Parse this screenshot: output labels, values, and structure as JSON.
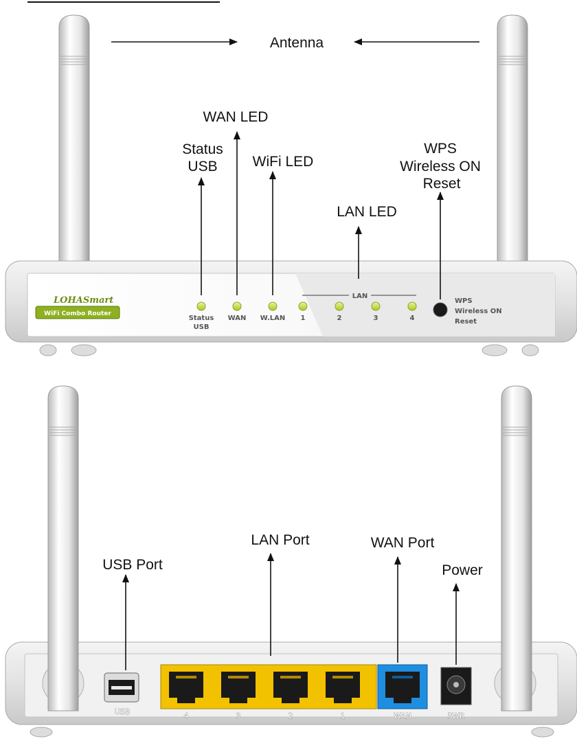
{
  "front": {
    "callouts": {
      "antenna": "Antenna",
      "wan_led": "WAN LED",
      "status_line1": "Status",
      "status_line2": "USB",
      "wifi_led": "WiFi LED",
      "wps_line1": "WPS",
      "wps_line2": "Wireless ON",
      "wps_line3": "Reset",
      "lan_led": "LAN LED"
    },
    "panel": {
      "brand": "LOHASmart",
      "subtitle": "WiFi Combo Router",
      "led_status_line1": "Status",
      "led_status_line2": "USB",
      "led_wan": "WAN",
      "led_wlan": "W.LAN",
      "lan_group": "LAN",
      "lan_1": "1",
      "lan_2": "2",
      "lan_3": "3",
      "lan_4": "4",
      "btn_line1": "WPS",
      "btn_line2": "Wireless ON",
      "btn_line3": "Reset"
    }
  },
  "back": {
    "callouts": {
      "usb_port": "USB Port",
      "lan_port": "LAN Port",
      "wan_port": "WAN Port",
      "power": "Power"
    },
    "panel": {
      "usb": "USB",
      "lan_4": "4",
      "lan_3": "3",
      "lan_2": "2",
      "lan_1": "1",
      "wan": "WAN",
      "pwr": "PWR"
    }
  },
  "colors": {
    "led": "#c8e64a",
    "lan_block": "#f2c200",
    "wan_block": "#1e8ee0",
    "brand_green": "#8fb020"
  }
}
